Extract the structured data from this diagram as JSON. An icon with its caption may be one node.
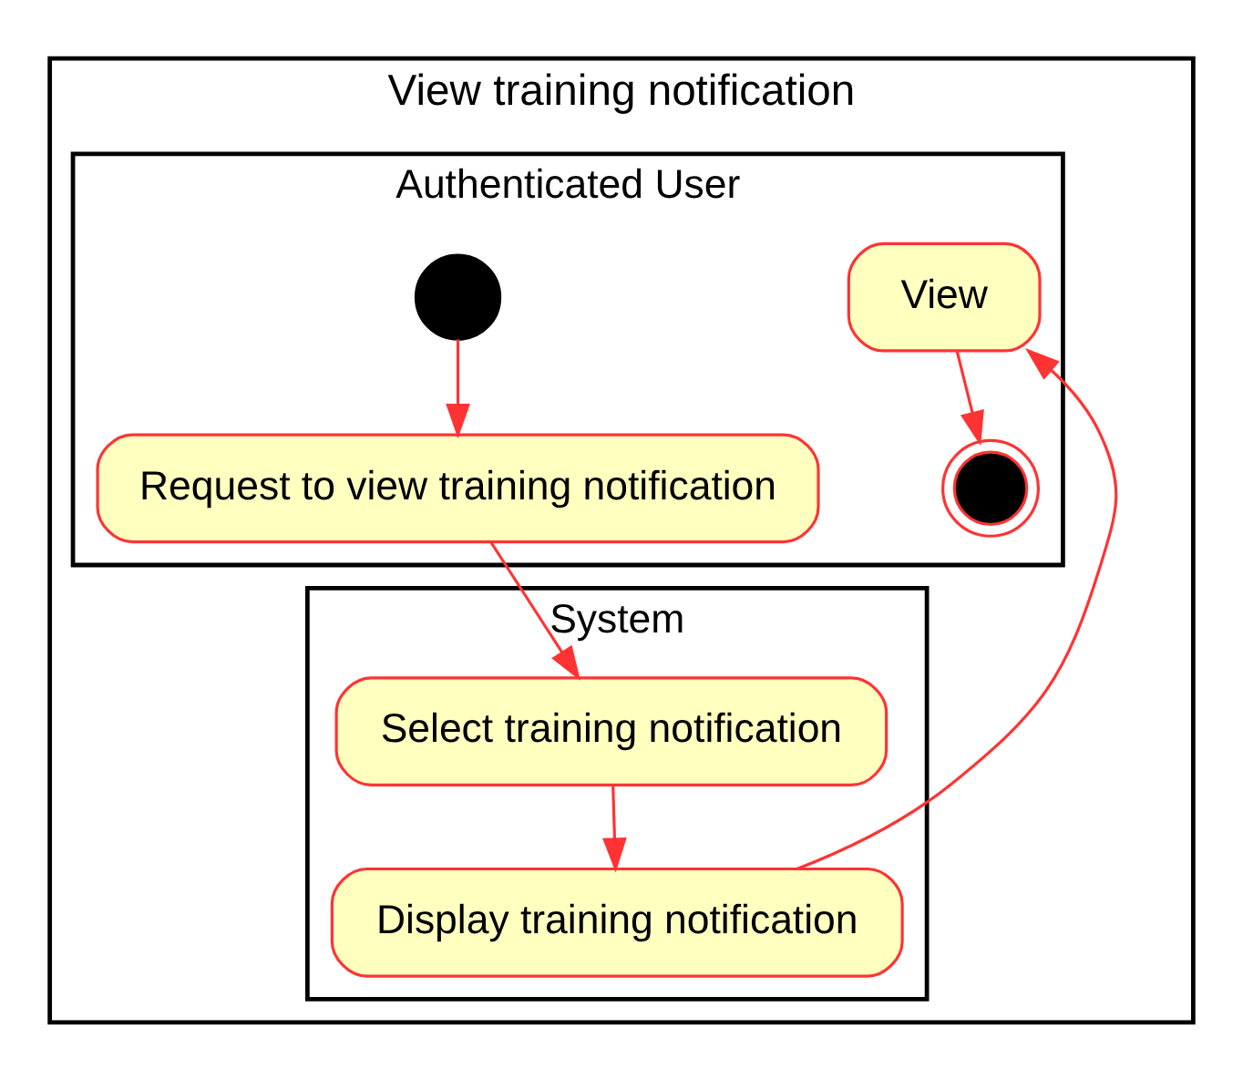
{
  "diagram": {
    "nodes": [
      {
        "text": [
          "View training notification"
        ]
      },
      {
        "text": [
          "Authenticated User"
        ],
        "in": 0
      },
      {
        "text": [
          "System"
        ],
        "in": 0
      },
      {
        "text": [],
        "shape": "circle",
        "in": 1
      },
      {
        "text": [
          "Request to view training notification"
        ],
        "in": 1
      },
      {
        "text": [
          "Select training notification"
        ],
        "in": 2
      },
      {
        "text": [
          "Display training notification"
        ],
        "in": 2
      },
      {
        "text": [
          "View"
        ],
        "in": 1
      },
      {
        "text": [],
        "shape": "doublecircle",
        "in": 1
      }
    ],
    "edges": [
      {
        "from": 3,
        "to": 4,
        "arrow": "to"
      },
      {
        "from": 4,
        "to": 5,
        "arrow": "to"
      },
      {
        "from": 5,
        "to": 6,
        "arrow": "to"
      },
      {
        "from": 6,
        "to": 7,
        "arrow": "to"
      },
      {
        "from": 7,
        "to": 8,
        "arrow": "to"
      }
    ]
  }
}
